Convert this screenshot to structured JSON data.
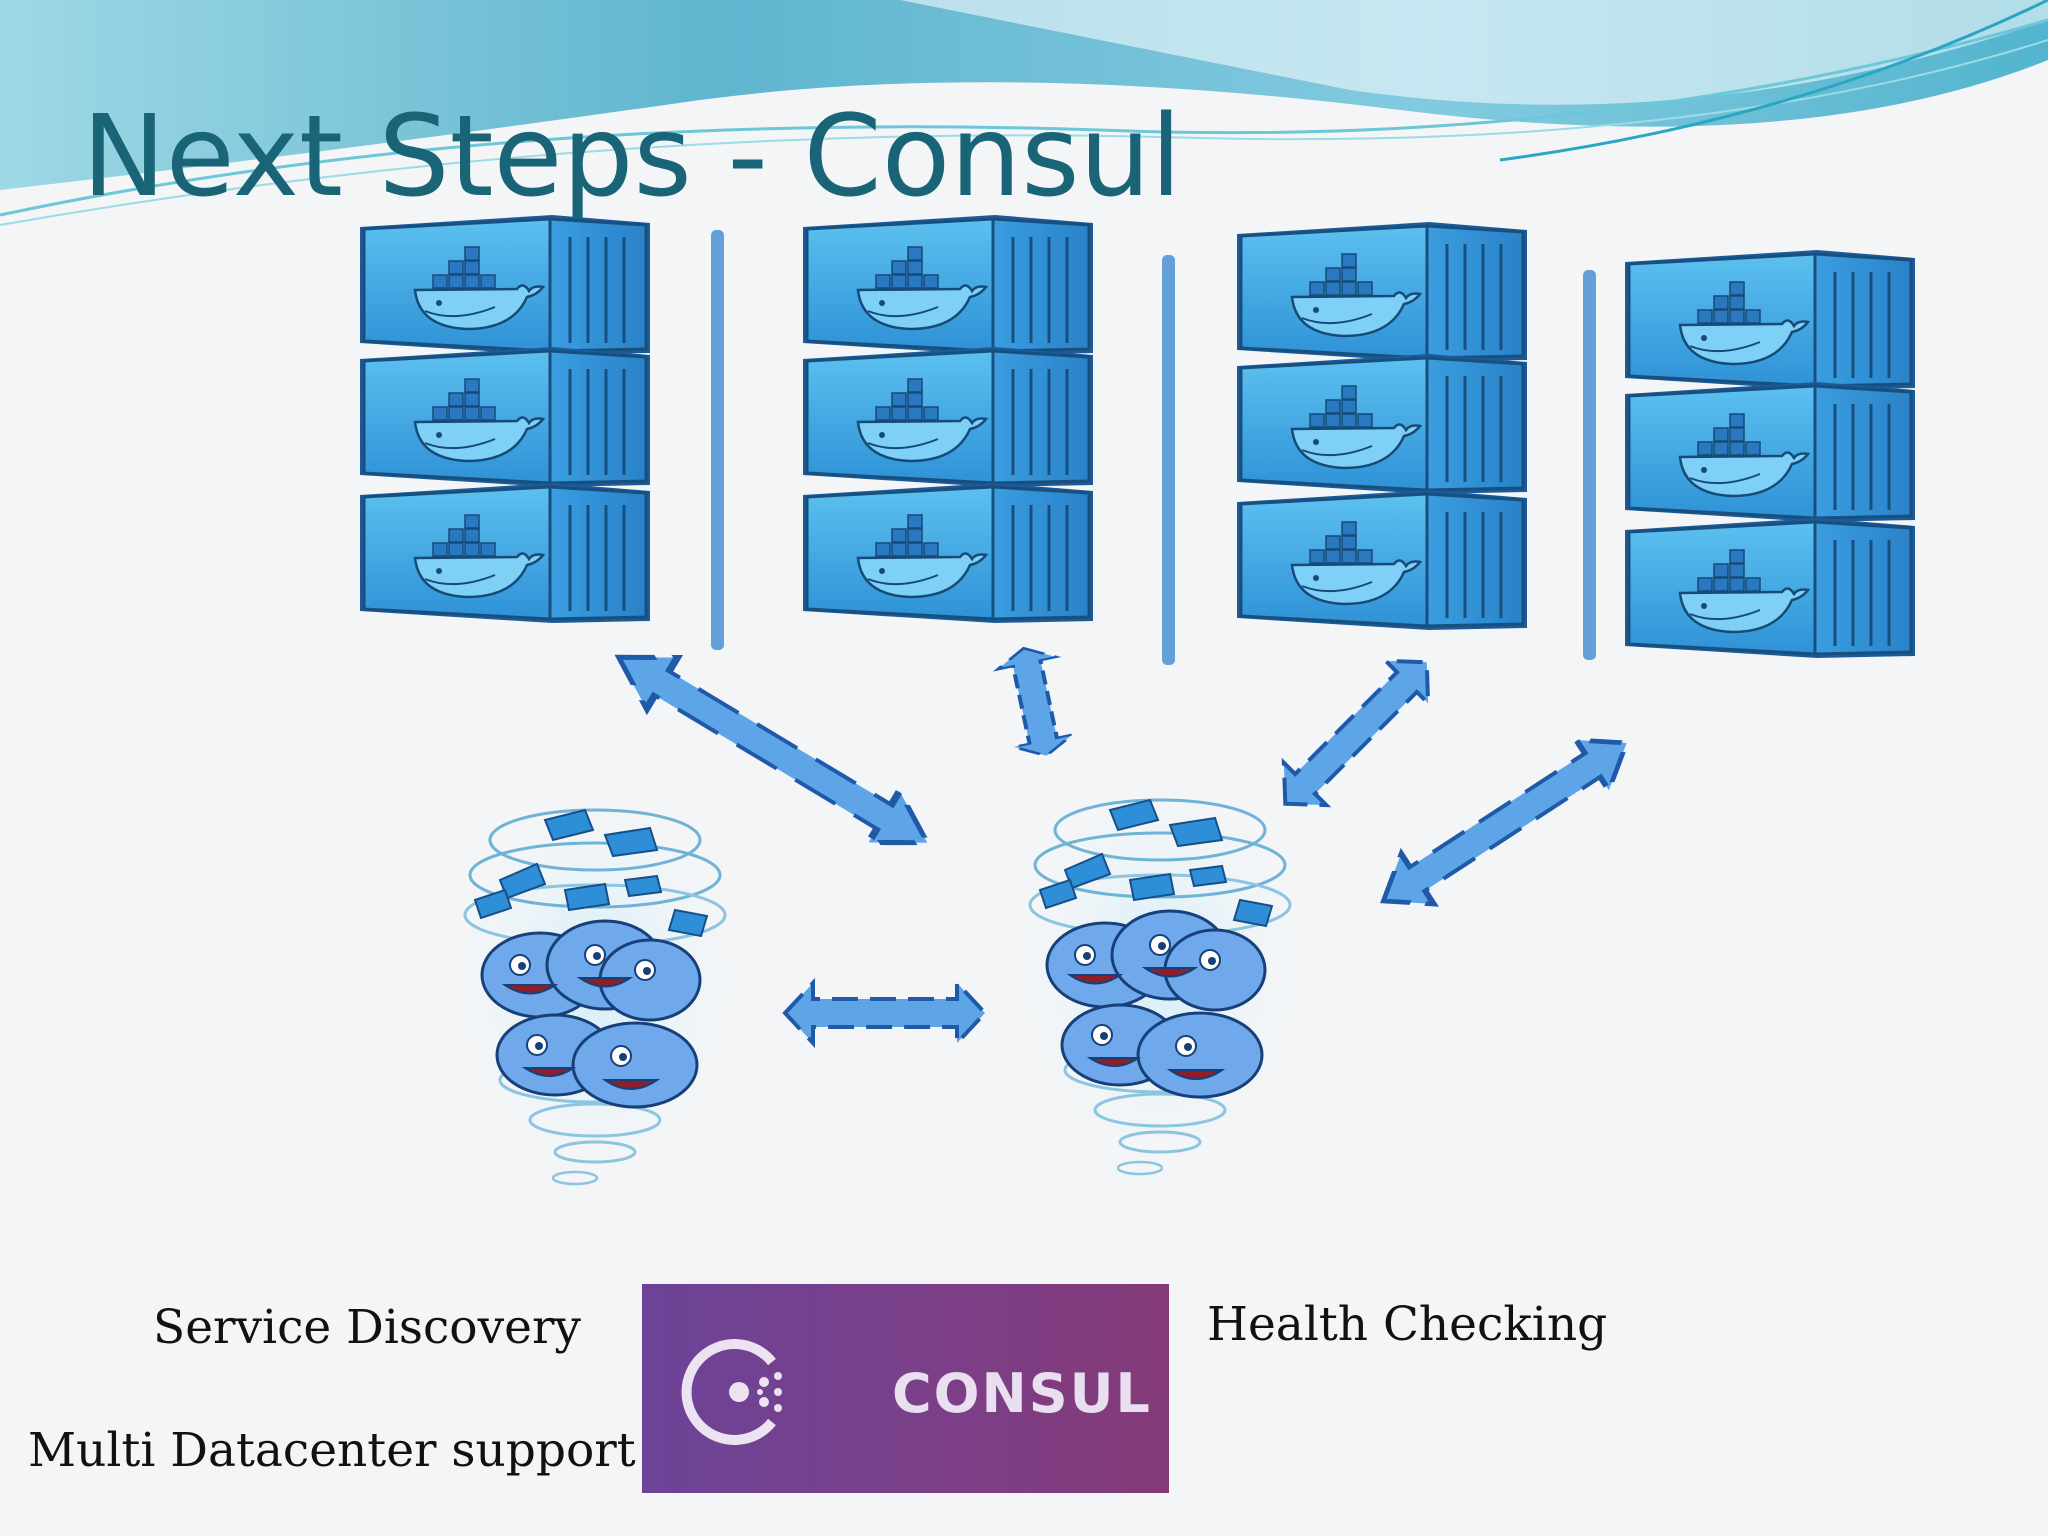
{
  "slide": {
    "title": "Next Steps - Consul",
    "labels": {
      "service_discovery": "Service Discovery",
      "multi_datacenter": "Multi Datacenter support",
      "health_checking": "Health Checking"
    },
    "logo": {
      "name": "consul-logo",
      "text": "CONSUL"
    },
    "colors": {
      "title": "#1a6478",
      "container": "#3a9fe0",
      "arrow": "#4a8fd8",
      "logo_bg": "#7a4090",
      "wave": "#3bb8cf"
    },
    "icons": [
      "docker-container-icon",
      "docker-swarm-icon",
      "double-arrow-icon",
      "consul-logo-icon"
    ]
  }
}
